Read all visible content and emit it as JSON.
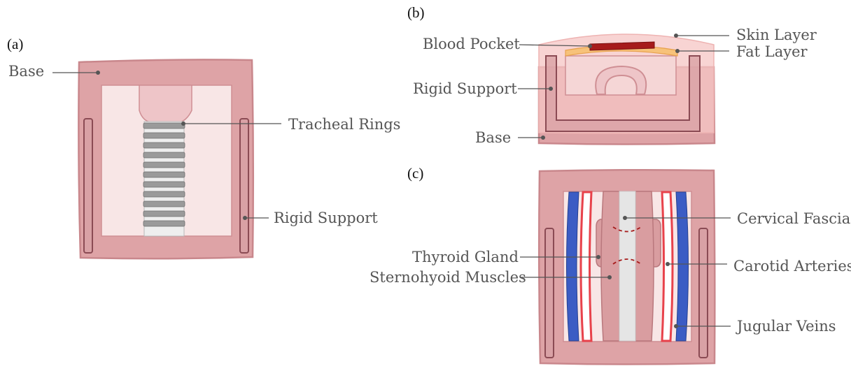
{
  "panels": {
    "a": {
      "tag": "(a)",
      "labels": {
        "base": "Base",
        "tracheal_rings": "Tracheal Rings",
        "rigid_support": "Rigid Support"
      }
    },
    "b": {
      "tag": "(b)",
      "labels": {
        "blood_pocket": "Blood Pocket",
        "skin_layer": "Skin Layer",
        "fat_layer": "Fat Layer",
        "rigid_support": "Rigid Support",
        "base": "Base"
      }
    },
    "c": {
      "tag": "(c)",
      "labels": {
        "cervical_fascia": "Cervical Fascia",
        "thyroid_gland": "Thyroid Gland",
        "carotid_arteries": "Carotid Arteries",
        "sternohyoid_muscles": "Sternohyoid Muscles",
        "jugular_veins": "Jugular Veins"
      }
    }
  },
  "colors": {
    "base": "#dea3a6",
    "support_outline": "#8b4b54",
    "trachea_ring": "#9a9a9a",
    "skin": "#f6c6c4",
    "fat": "#f7c27a",
    "blood": "#a61b1b",
    "artery": "#e8424b",
    "vein": "#3b5cc4",
    "muscle": "#d99da0",
    "fascia": "#e5e5e5"
  }
}
